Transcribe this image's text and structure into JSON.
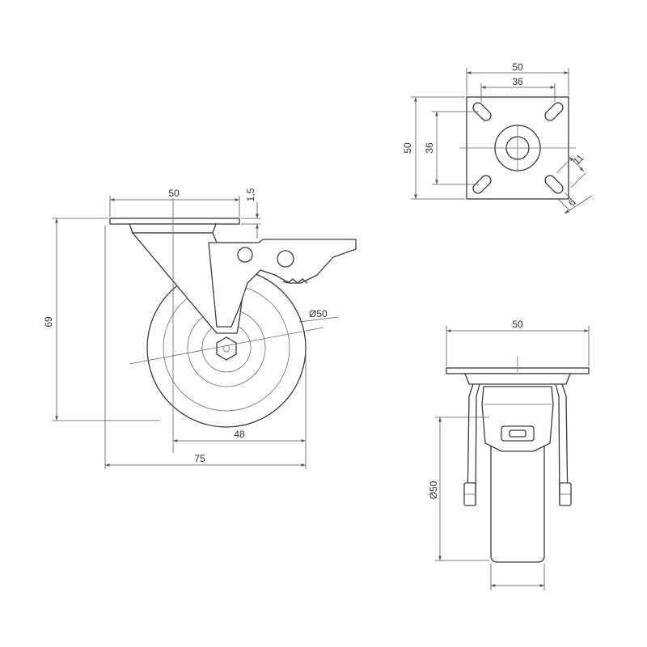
{
  "drawing": {
    "side_view": {
      "plate_width": "50",
      "plate_thickness": "1,5",
      "wheel_diameter": "Ø50",
      "total_height": "69",
      "axle_offset": "48",
      "total_length": "75"
    },
    "top_plate": {
      "plate_width": "50",
      "hole_spacing_x": "36",
      "plate_height": "50",
      "hole_spacing_y": "36",
      "slot_length": "11",
      "slot_width": "6"
    },
    "front_view": {
      "plate_width": "50",
      "wheel_diameter": "Ø50"
    }
  }
}
